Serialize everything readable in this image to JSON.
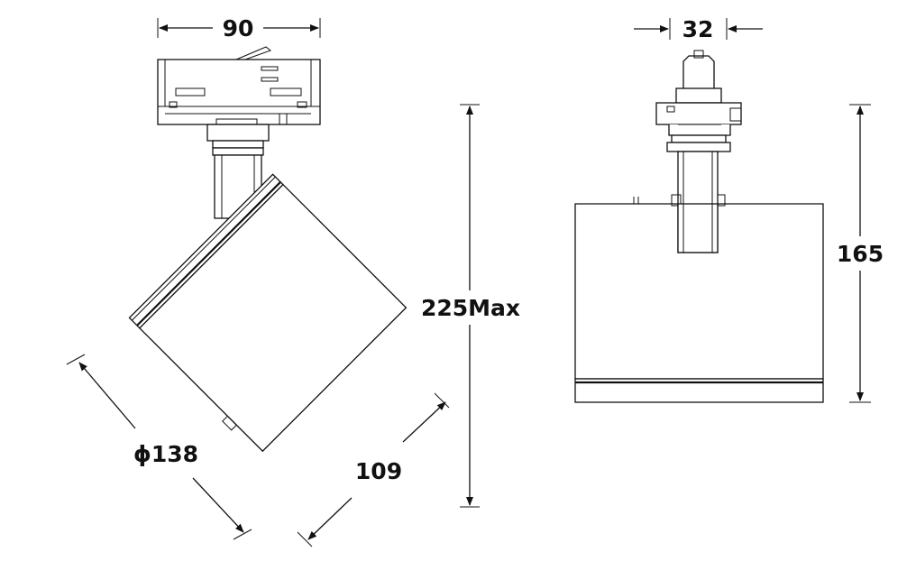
{
  "diagram": {
    "dimensions": {
      "width_front": "90",
      "width_side": "32",
      "height_total": "225Max",
      "height_side": "165",
      "diameter": "ϕ138",
      "head_depth": "109"
    }
  }
}
